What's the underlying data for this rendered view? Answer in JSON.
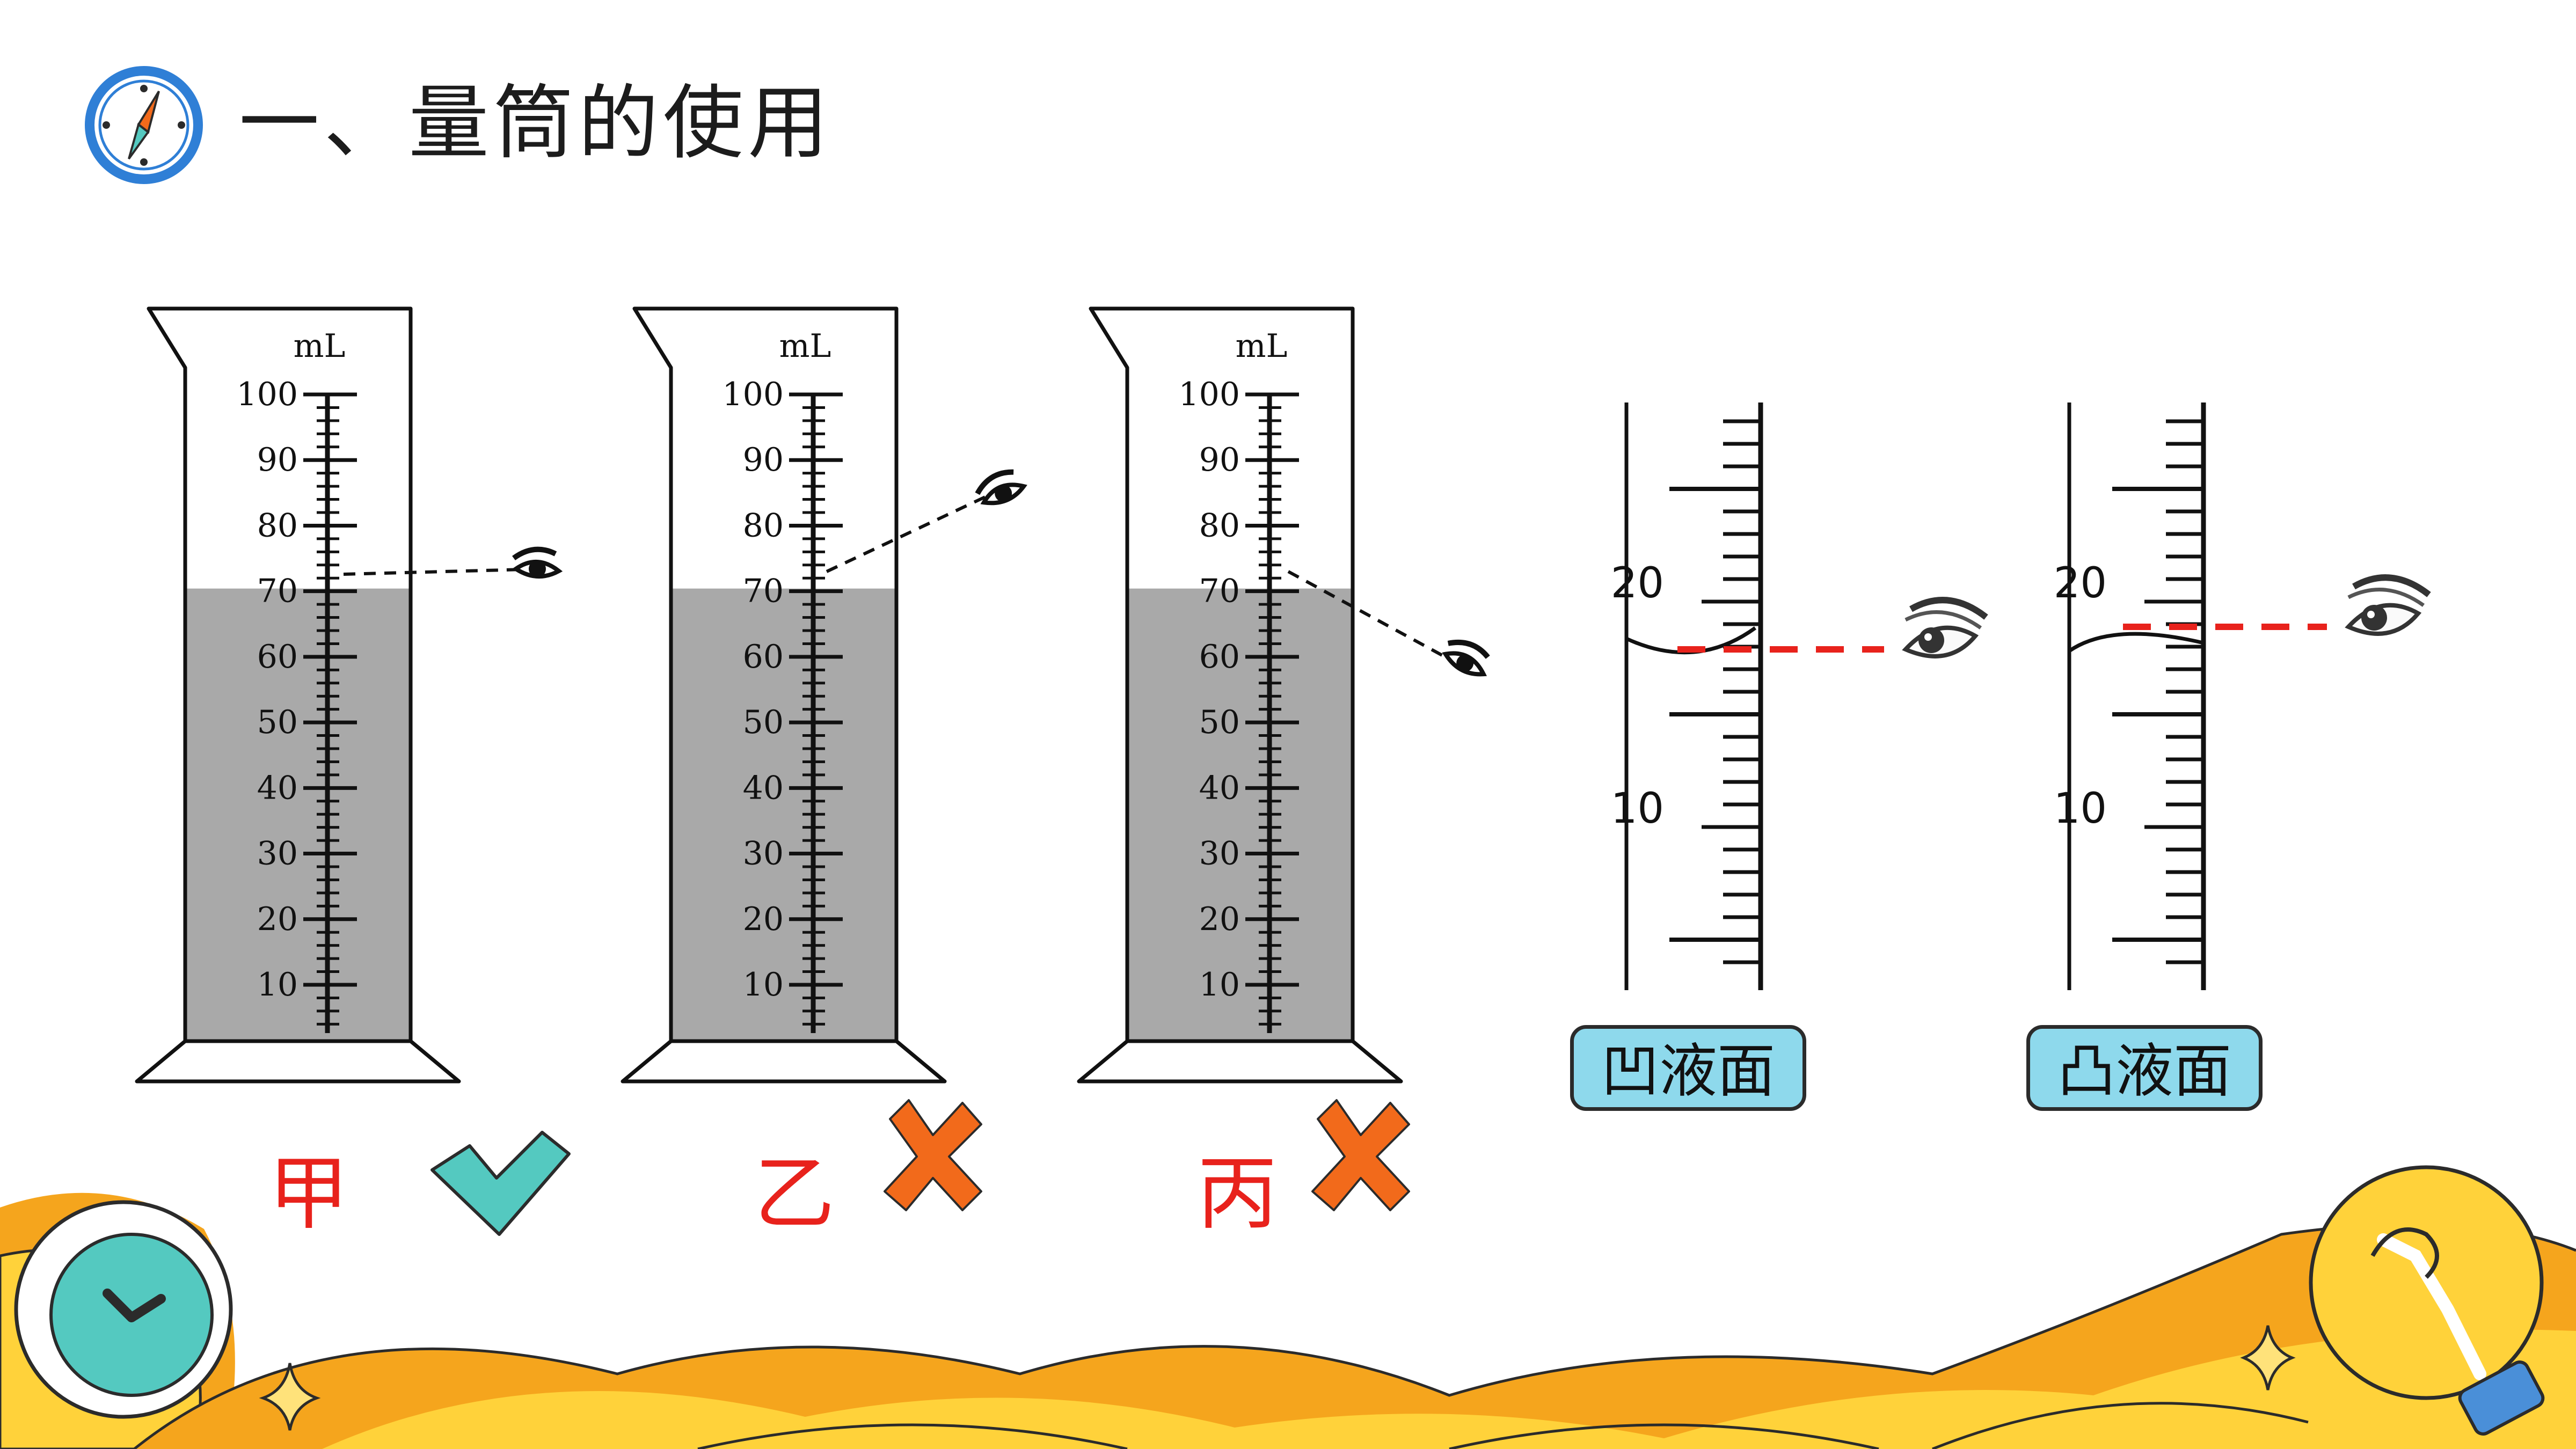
{
  "title": "一、量筒的使用",
  "cylinders": {
    "unit": "mL",
    "scale_labels": [
      "100",
      "90",
      "80",
      "70",
      "60",
      "50",
      "40",
      "30",
      "20",
      "10"
    ],
    "items": [
      {
        "id": "jia",
        "mark": "甲",
        "result": "correct",
        "reading": "70",
        "view": "level"
      },
      {
        "id": "yi",
        "mark": "乙",
        "result": "wrong",
        "reading": "70",
        "view": "from-above"
      },
      {
        "id": "bing",
        "mark": "丙",
        "result": "wrong",
        "reading": "70",
        "view": "from-below"
      }
    ]
  },
  "meniscus": [
    {
      "id": "concave",
      "label": "凹液面",
      "scale_labels": [
        "20",
        "10"
      ]
    },
    {
      "id": "convex",
      "label": "凸液面",
      "scale_labels": [
        "20",
        "10"
      ]
    }
  ],
  "colors": {
    "liquid": "#a9a9a9",
    "correct": "#54c9c0",
    "wrong": "#f26a1b",
    "mark_text": "#e8221c",
    "sight_line_dashed_red": "#e8221c",
    "label_bg": "#8ed9ec",
    "decor_orange": "#f5a51d",
    "decor_yellow": "#ffd23a",
    "compass_blue": "#2f7fd6"
  },
  "icons": [
    "compass-icon",
    "clock-icon",
    "light-bulb-icon",
    "eye-icon",
    "check-icon",
    "cross-icon",
    "sparkle-icon"
  ]
}
